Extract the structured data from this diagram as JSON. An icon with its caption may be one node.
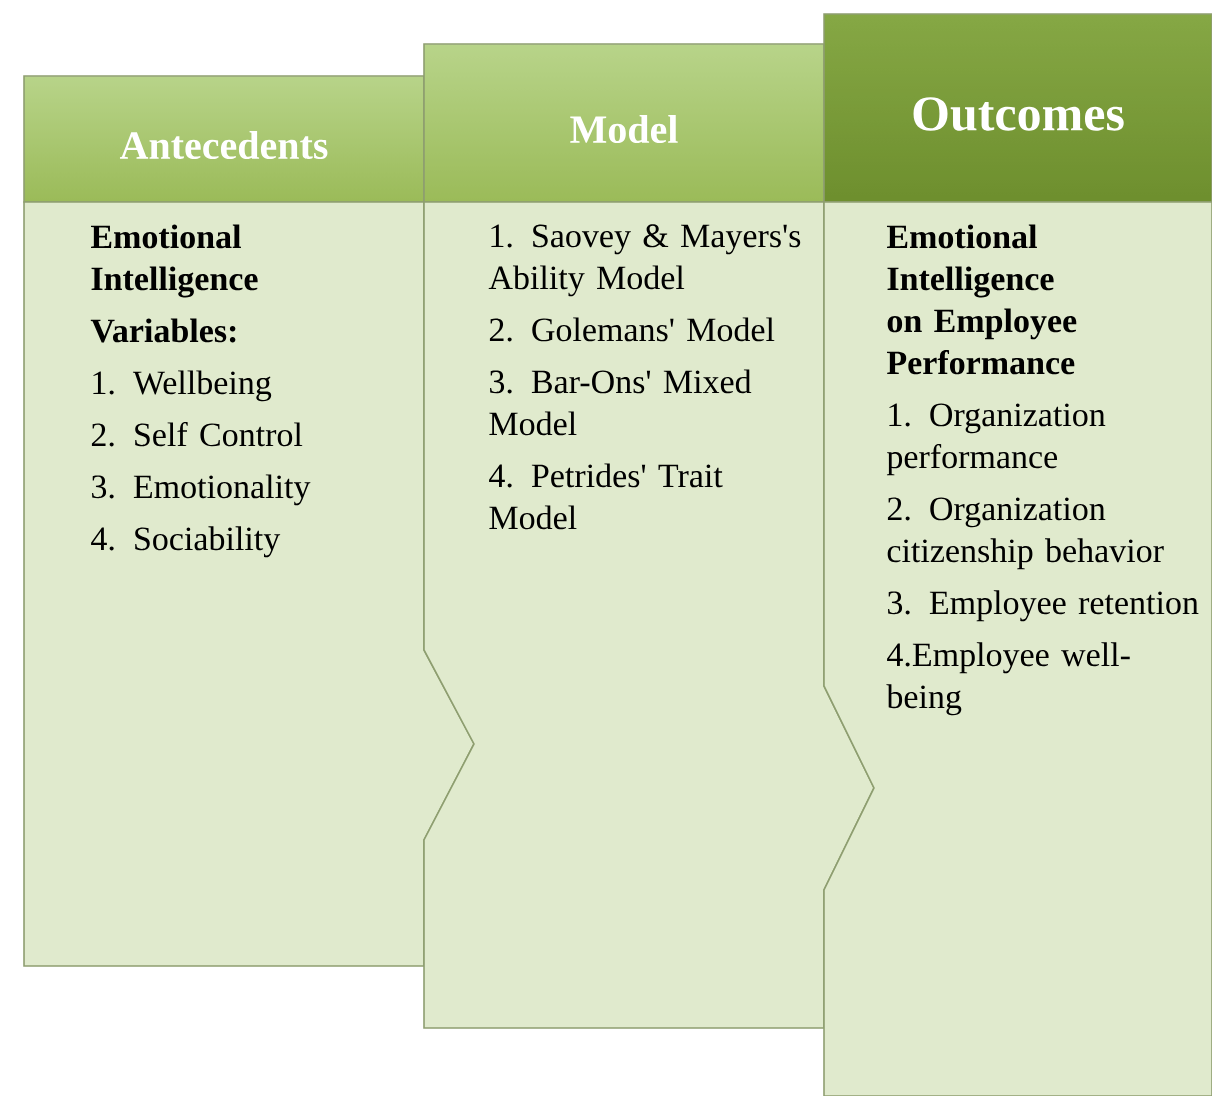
{
  "diagram": {
    "nodes": [
      {
        "text": [
          "Antecedents"
        ]
      },
      {
        "text": [
          "Emotional Intelligence",
          "Variables:",
          "1. Wellbeing",
          "2. Self Control",
          "3. Emotionality",
          "4. Sociability"
        ]
      },
      {
        "text": [
          "Model"
        ]
      },
      {
        "text": [
          "1. Saovey & Mayers's Ability Model",
          "2. Golemans' Model",
          "3. Bar-Ons' Mixed Model",
          "4. Petrides' Trait Model"
        ]
      },
      {
        "text": [
          "Outcomes"
        ]
      },
      {
        "text": [
          "Emotional Intelligence on Employee Performance",
          "1. Organization performance",
          "2. Organization citizenship behavior",
          "3. Employee retention",
          "4.Employee well-being"
        ]
      }
    ]
  }
}
